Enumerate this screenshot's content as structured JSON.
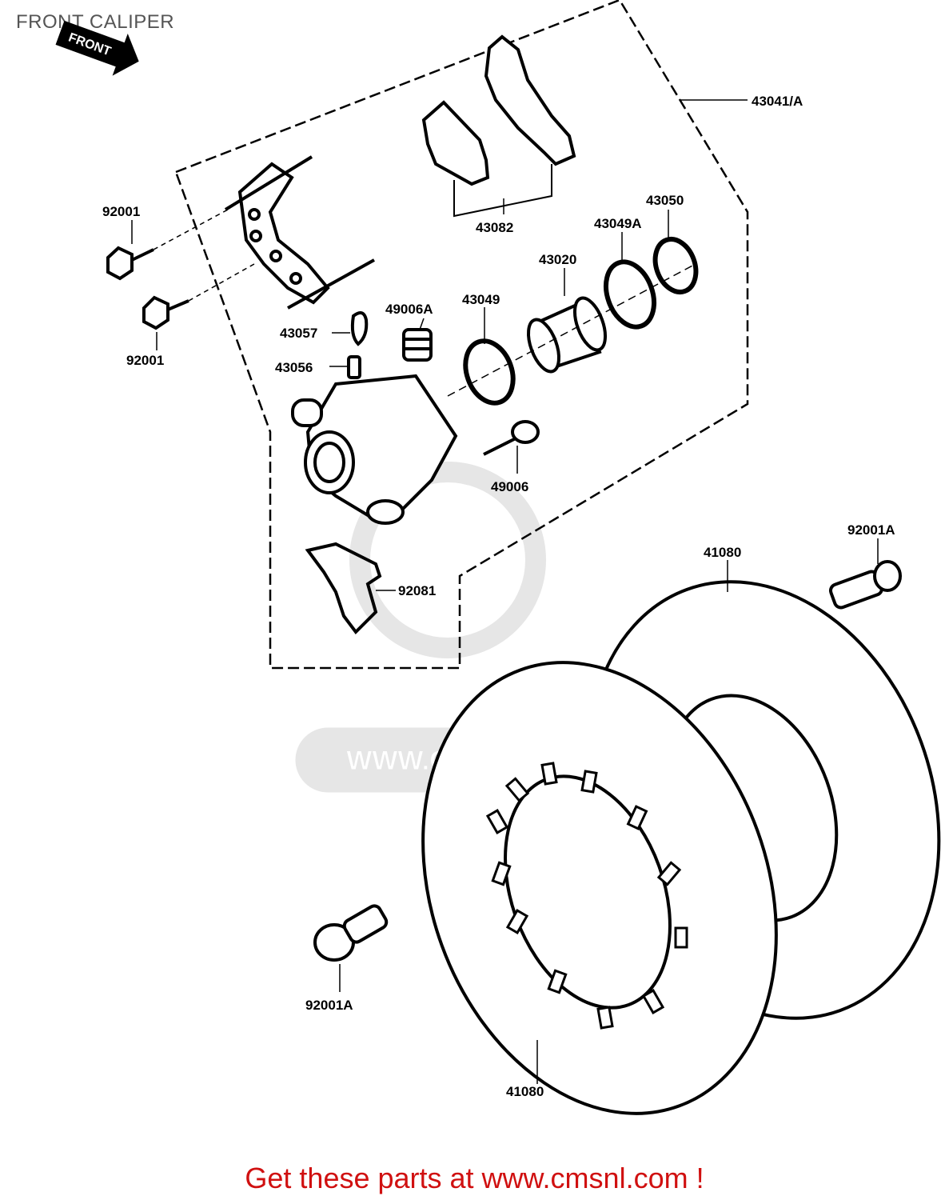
{
  "page": {
    "title": "FRONT CALIPER",
    "footer": "Get these parts at www.cmsnl.com !"
  },
  "watermark": {
    "text": "WWW.CMSNL.COM"
  },
  "front_arrow": {
    "text": "FRONT"
  },
  "parts": {
    "p43041A": "43041/A",
    "p43082": "43082",
    "p43050": "43050",
    "p43049A": "43049A",
    "p43020": "43020",
    "p92001_top": "92001",
    "p92001_mid": "92001",
    "p43049": "43049",
    "p49006A": "49006A",
    "p43057": "43057",
    "p43056": "43056",
    "p49006": "49006",
    "p92081": "92081",
    "p92001A_right": "92001A",
    "p41080_top": "41080",
    "p41080_bottom": "41080",
    "p92001A_bottom": "92001A"
  }
}
